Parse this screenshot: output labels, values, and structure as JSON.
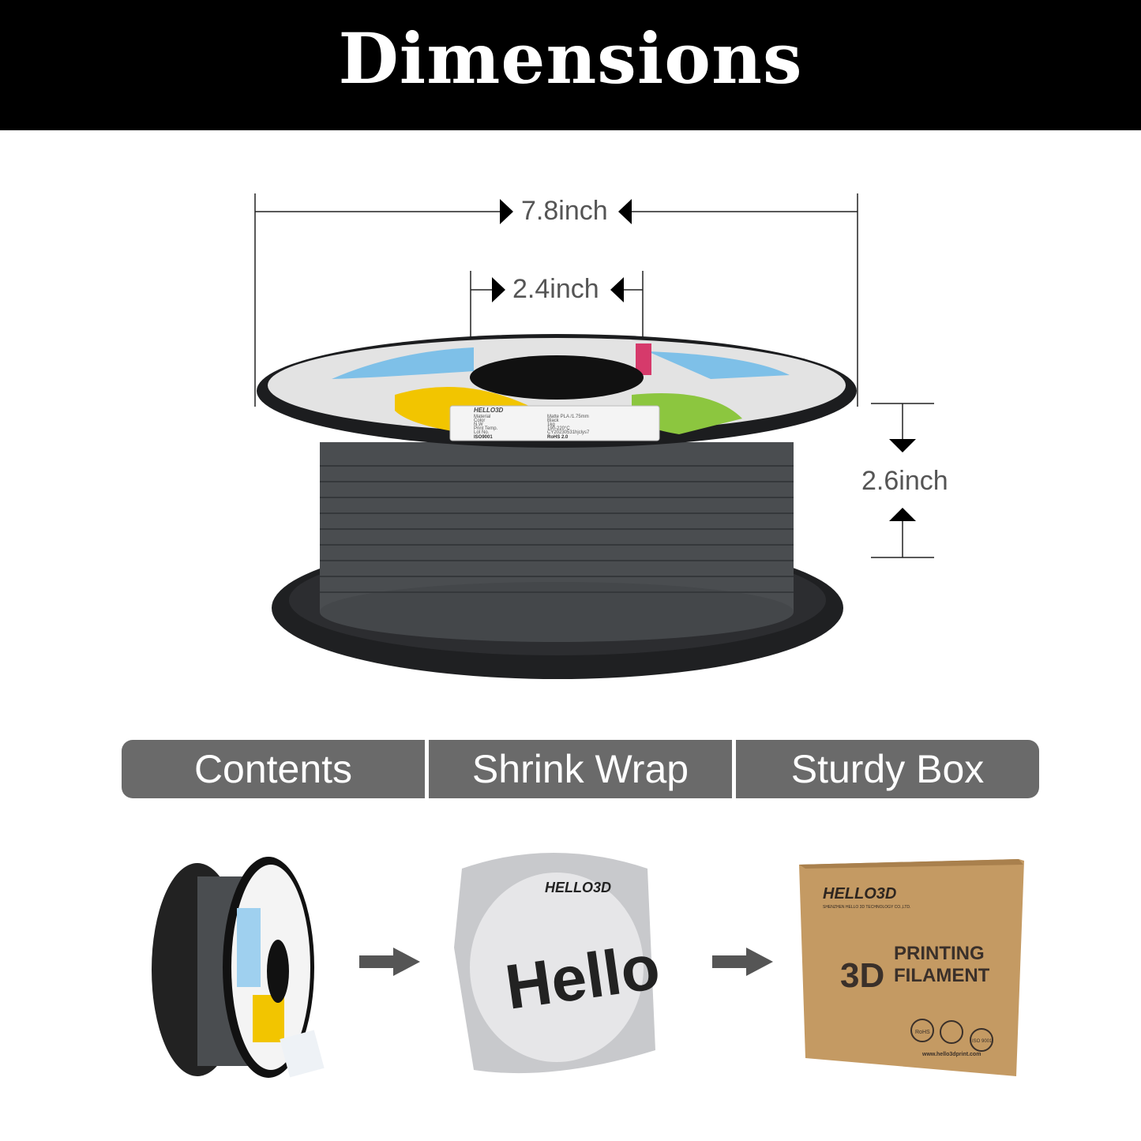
{
  "header": {
    "title": "Dimensions"
  },
  "dimensions": {
    "outer_diameter": "7.8inch",
    "inner_diameter": "2.4inch",
    "width": "2.6inch"
  },
  "spool_label": {
    "brand": "HELLO3D",
    "rows": [
      {
        "key": "Material",
        "value": "Matte PLA /1.75mm"
      },
      {
        "key": "Color",
        "value": "Black"
      },
      {
        "key": "N.W",
        "value": "1kg"
      },
      {
        "key": "Print Temp.",
        "value": "190-220°C"
      },
      {
        "key": "Lot No.",
        "value": "CY20230531hjclys7"
      },
      {
        "key": "ISO9001",
        "value": "RoHS 2.0"
      }
    ]
  },
  "packaging_tabs": [
    {
      "label": "Contents"
    },
    {
      "label": "Shrink Wrap"
    },
    {
      "label": "Sturdy Box"
    }
  ],
  "box": {
    "brand": "HELLO3D",
    "company": "SHENZHEN HELLO 3D TECHNOLOGY CO.,LTD.",
    "line1": "PRINTING",
    "line2": "FILAMENT",
    "prefix": "3D",
    "url": "www.hello3dprint.com",
    "badges": [
      "RoHS",
      "ISO 9001"
    ]
  },
  "colors": {
    "header": "#000000",
    "tab_bg": "#6a6a6a",
    "filament": "#4a4d50",
    "box": "#c49a63"
  }
}
